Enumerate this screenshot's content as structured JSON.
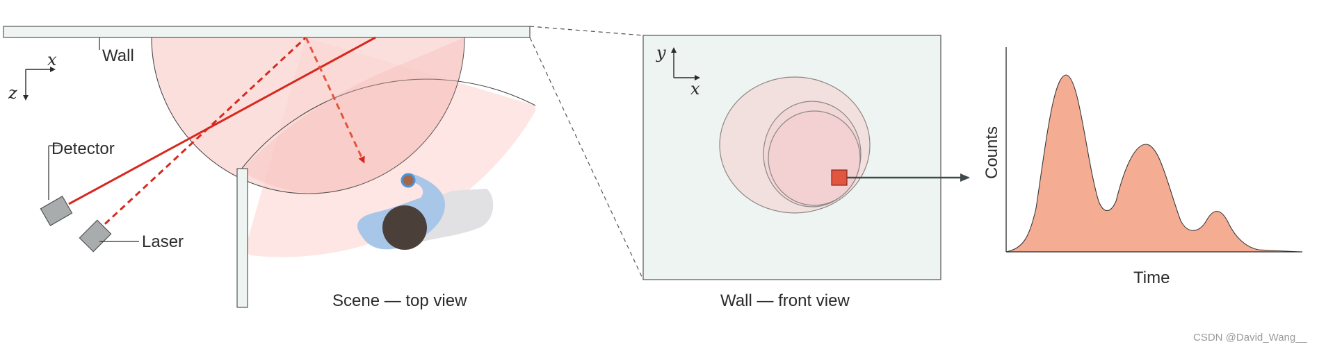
{
  "labels": {
    "wall": "Wall",
    "axis_x": "x",
    "axis_z": "z",
    "detector": "Detector",
    "laser": "Laser",
    "scene_caption": "Scene — top view",
    "wall_front_caption": "Wall — front view",
    "front_axis_y": "y",
    "front_axis_x": "x",
    "plot_ylabel": "Counts",
    "plot_xlabel": "Time",
    "watermark": "CSDN @David_Wang__"
  },
  "colors": {
    "wall_fill": "#edf4f2",
    "laser_red": "#d6281e",
    "cone_pink": "#fbd3d0",
    "person_blue": "#a8c6e8",
    "person_head": "#4b3f3a",
    "shadow_gray": "#e1e1e4",
    "pixel_orange": "#e2553f",
    "histogram_fill": "#f4ad93"
  }
}
